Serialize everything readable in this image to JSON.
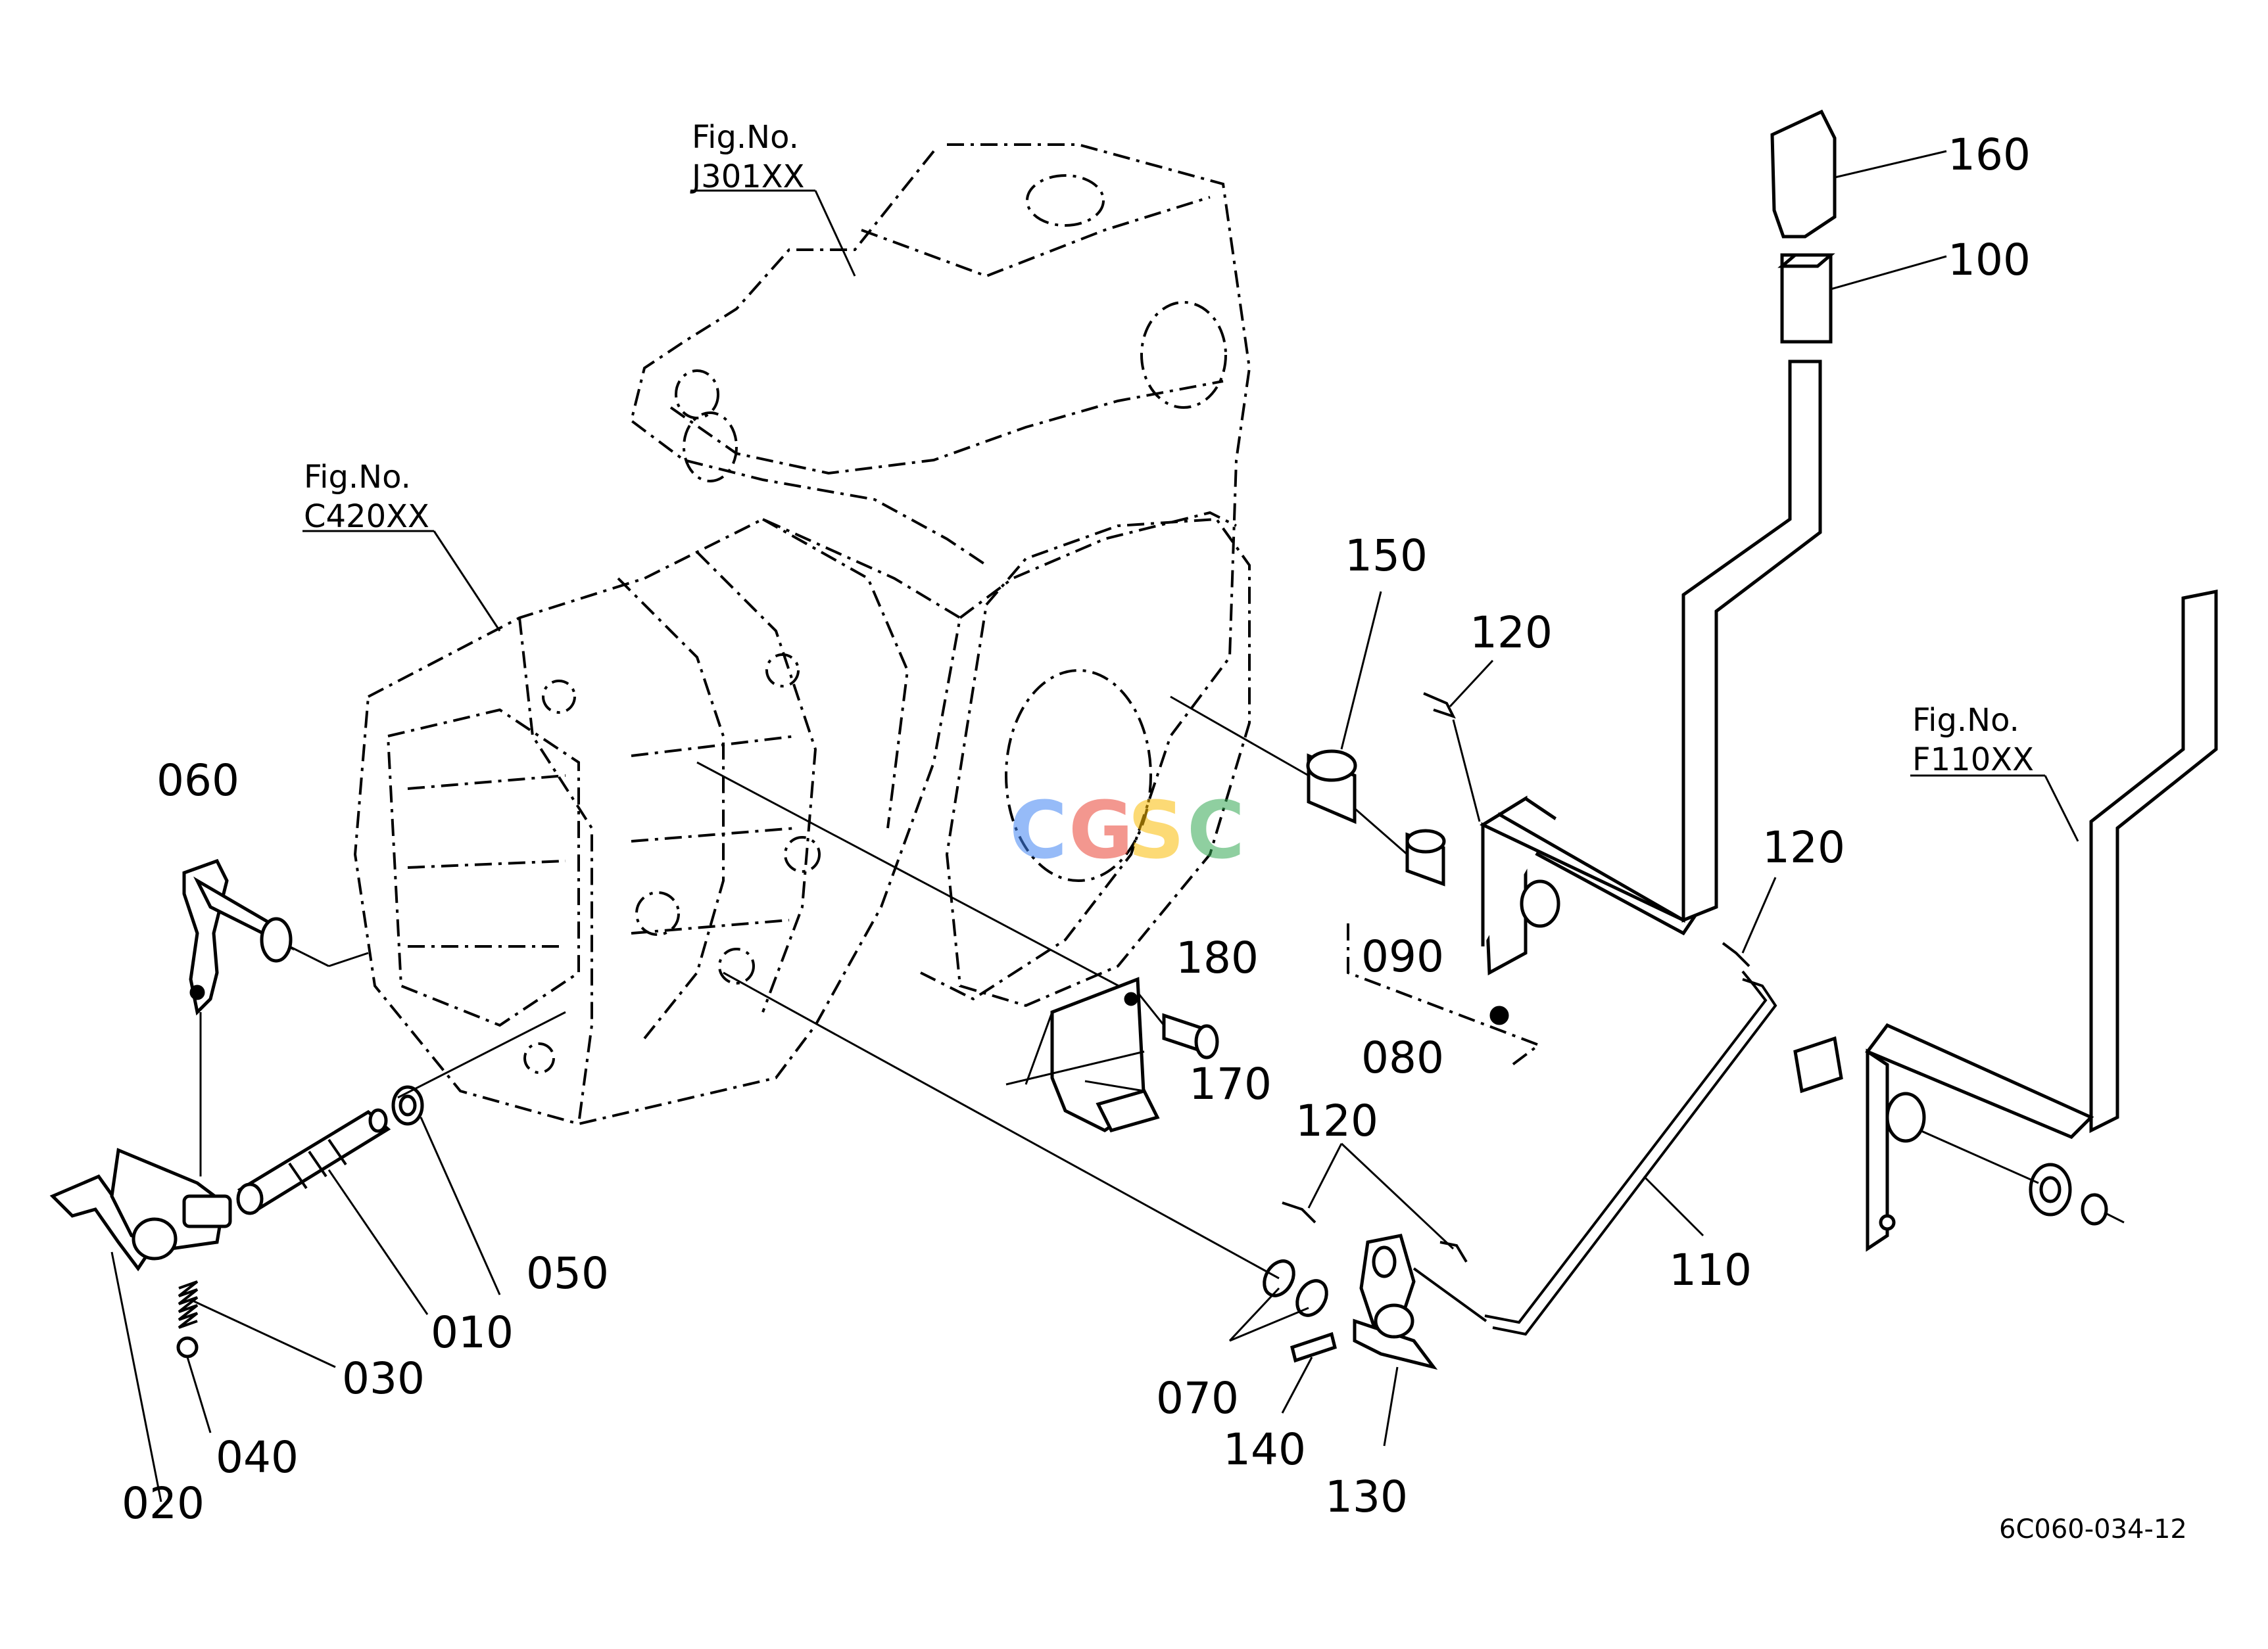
{
  "figure_refs": [
    {
      "title": "Fig.No.",
      "code": "J301XX"
    },
    {
      "title": "Fig.No.",
      "code": "C420XX"
    },
    {
      "title": "Fig.No.",
      "code": "F110XX"
    }
  ],
  "parts": [
    {
      "no": "010"
    },
    {
      "no": "020"
    },
    {
      "no": "030"
    },
    {
      "no": "040"
    },
    {
      "no": "050"
    },
    {
      "no": "060"
    },
    {
      "no": "070"
    },
    {
      "no": "080"
    },
    {
      "no": "090"
    },
    {
      "no": "100"
    },
    {
      "no": "110"
    },
    {
      "no": "120"
    },
    {
      "no": "120"
    },
    {
      "no": "120"
    },
    {
      "no": "130"
    },
    {
      "no": "140"
    },
    {
      "no": "150"
    },
    {
      "no": "160"
    },
    {
      "no": "170"
    },
    {
      "no": "180"
    }
  ],
  "watermark": {
    "text": "CGSC",
    "colors": [
      "#4285F4",
      "#EA4335",
      "#FBBC05",
      "#34A853"
    ]
  },
  "drawing_number": "6C060-034-12"
}
